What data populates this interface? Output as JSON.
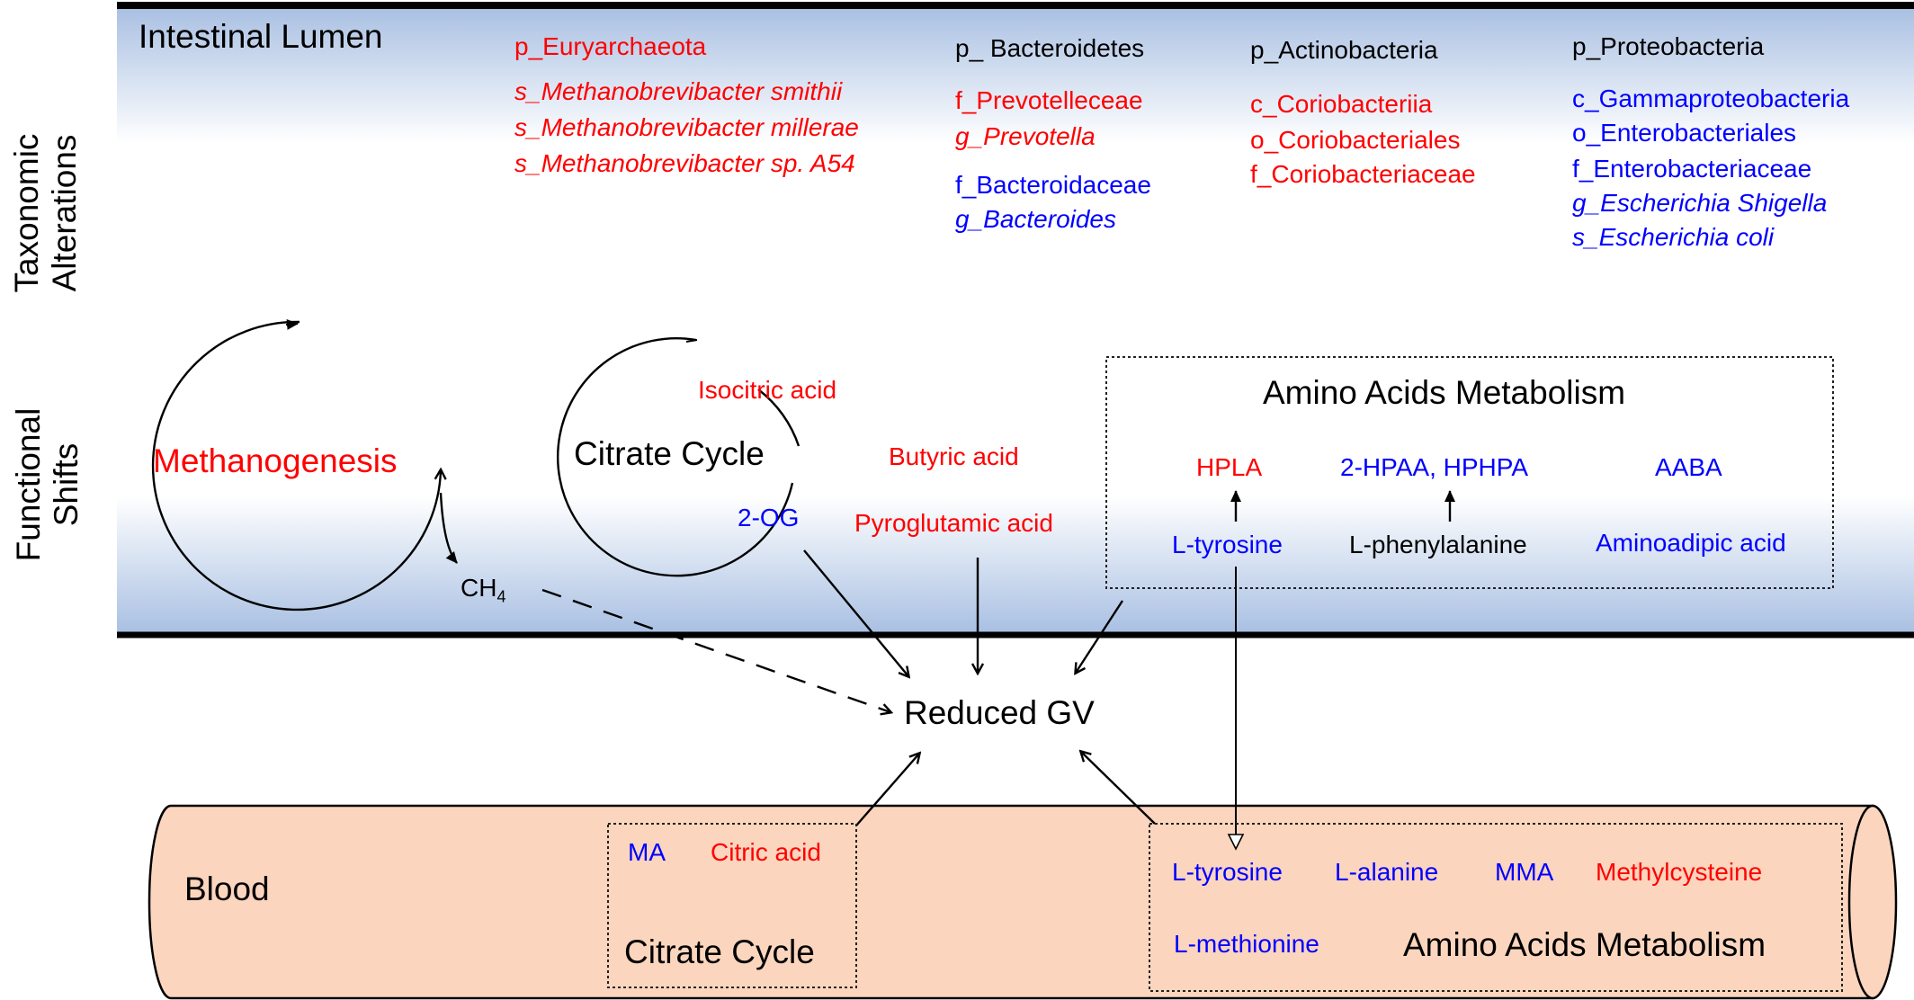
{
  "labels": {
    "intestinal_lumen": "Intestinal Lumen",
    "taxonomic_line1": "Taxonomic",
    "taxonomic_line2": "Alterations",
    "functional_line1": "Functional",
    "functional_line2": "Shifts",
    "blood": "Blood",
    "reduced_gv": "Reduced GV"
  },
  "taxa": {
    "euryarchaeota": {
      "phylum": "p_Euryarchaeota",
      "items": [
        "s_Methanobrevibacter smithii",
        "s_Methanobrevibacter millerae",
        "s_Methanobrevibacter sp. A54"
      ]
    },
    "bacteroidetes": {
      "phylum": "p_ Bacteroidetes",
      "items": [
        "f_Prevotelleceae",
        "g_Prevotella",
        "f_Bacteroidaceae",
        "g_Bacteroides"
      ]
    },
    "actinobacteria": {
      "phylum": "p_Actinobacteria",
      "items": [
        "c_Coriobacteriia",
        "o_Coriobacteriales",
        "f_Coriobacteriaceae"
      ]
    },
    "proteobacteria": {
      "phylum": "p_Proteobacteria",
      "items": [
        "c_Gammaproteobacteria",
        "o_Enterobacteriales",
        "f_Enterobacteriaceae",
        "g_Escherichia Shigella",
        "s_Escherichia coli"
      ]
    }
  },
  "functional": {
    "methanogenesis": "Methanogenesis",
    "ch4_main": "CH",
    "ch4_sub": "4",
    "citrate_cycle": "Citrate Cycle",
    "isocitric_acid": "Isocitric acid",
    "two_og": "2-OG",
    "butyric_acid": "Butyric acid",
    "pyroglutamic_acid": "Pyroglutamic acid",
    "amino_acids_metabolism": "Amino Acids Metabolism",
    "hpla": "HPLA",
    "hpaa_hphpa": "2-HPAA, HPHPA",
    "aaba": "AABA",
    "l_tyrosine": "L-tyrosine",
    "l_phenylalanine": "L-phenylalanine",
    "aminoadipic_acid": "Aminoadipic acid"
  },
  "blood": {
    "ma": "MA",
    "citric_acid": "Citric acid",
    "citrate_cycle": "Citrate Cycle",
    "l_tyrosine": "L-tyrosine",
    "l_alanine": "L-alanine",
    "mma": "MMA",
    "methylcysteine": "Methylcysteine",
    "l_methionine": "L-methionine",
    "amino_acids_metabolism": "Amino Acids Metabolism"
  },
  "colors": {
    "increased": "#ff0000",
    "decreased": "#0000ff",
    "neutral": "#000000",
    "lumen_gradient_top": "#a9c0e2",
    "blood_fill": "#fbd5bd"
  }
}
